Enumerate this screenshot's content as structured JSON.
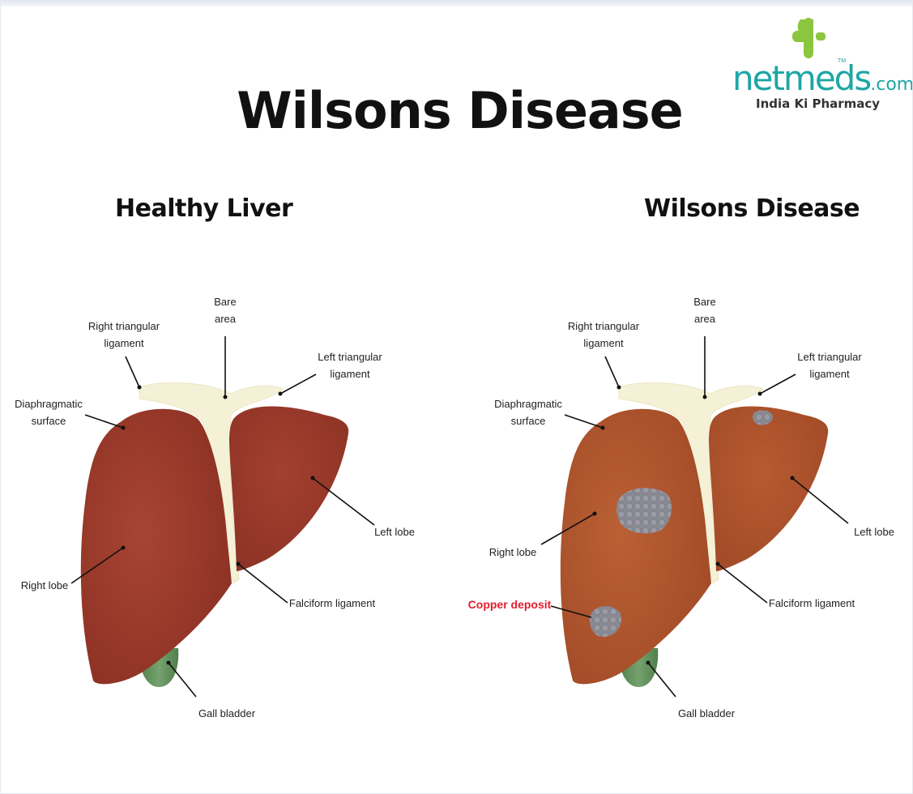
{
  "title": "Wilsons Disease",
  "logo": {
    "word": "netmeds",
    "suffix": ".com",
    "trademark": "TM",
    "tagline": "India Ki Pharmacy"
  },
  "panels": {
    "healthy": {
      "title": "Healthy Liver",
      "labels": {
        "bare_area": "Bare\narea",
        "right_triangular": "Right triangular\nligament",
        "left_triangular": "Left triangular\nligament",
        "diaphragmatic": "Diaphragmatic\nsurface",
        "left_lobe": "Left lobe",
        "right_lobe": "Right lobe",
        "falciform": "Falciform ligament",
        "gall_bladder": "Gall bladder"
      }
    },
    "disease": {
      "title": "Wilsons Disease",
      "labels": {
        "bare_area": "Bare\narea",
        "right_triangular": "Right triangular\nligament",
        "left_triangular": "Left triangular\nligament",
        "diaphragmatic": "Diaphragmatic\nsurface",
        "left_lobe": "Left lobe",
        "right_lobe": "Right lobe",
        "copper_deposit": "Copper deposit",
        "falciform": "Falciform ligament",
        "gall_bladder": "Gall bladder"
      }
    }
  },
  "colors": {
    "healthy_liver": "#9b3b2b",
    "disease_liver": "#b0562d",
    "ligament": "#f4f1d6",
    "gall_bladder": "#5f8f5a",
    "copper_deposit": "#8c8c95",
    "brand_teal": "#1ea6a5",
    "brand_green": "#8cc63f",
    "highlight_red": "#e0202f"
  },
  "icons": [
    "cross-logo-icon"
  ]
}
